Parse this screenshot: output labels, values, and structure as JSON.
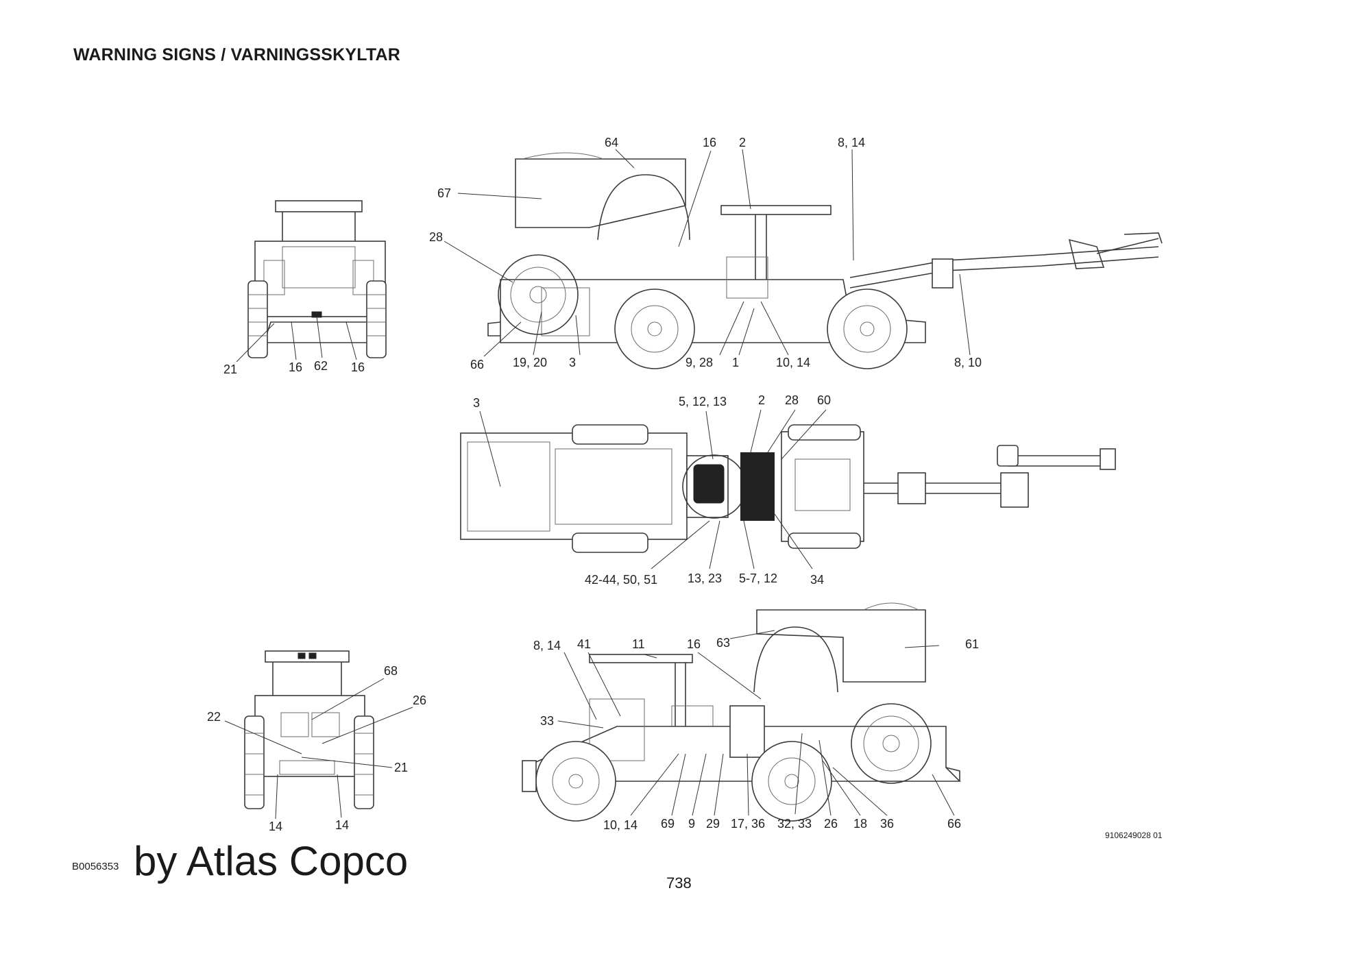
{
  "page": {
    "title": "WARNING SIGNS / VARNINGSSKYLTAR",
    "document_id": "B0056353",
    "watermark": "by Atlas Copco",
    "page_number": "738",
    "drawing_number": "9106249028 01"
  },
  "callouts": {
    "front_view": [
      "21",
      "16",
      "62",
      "16"
    ],
    "side_view_left": [
      "64",
      "16",
      "2",
      "8, 14",
      "67",
      "28",
      "66",
      "19, 20",
      "3",
      "9, 28",
      "1",
      "10, 14",
      "8, 10"
    ],
    "top_view": [
      "3",
      "5, 12, 13",
      "2",
      "28",
      "60",
      "42-44, 50, 51",
      "13, 23",
      "5-7, 12",
      "34"
    ],
    "rear_view": [
      "68",
      "26",
      "22",
      "21",
      "14",
      "14"
    ],
    "side_view_right": [
      "8, 14",
      "41",
      "11",
      "16",
      "63",
      "61",
      "33",
      "10, 14",
      "69",
      "9",
      "29",
      "17, 36",
      "32, 33",
      "26",
      "18",
      "36",
      "66"
    ]
  }
}
